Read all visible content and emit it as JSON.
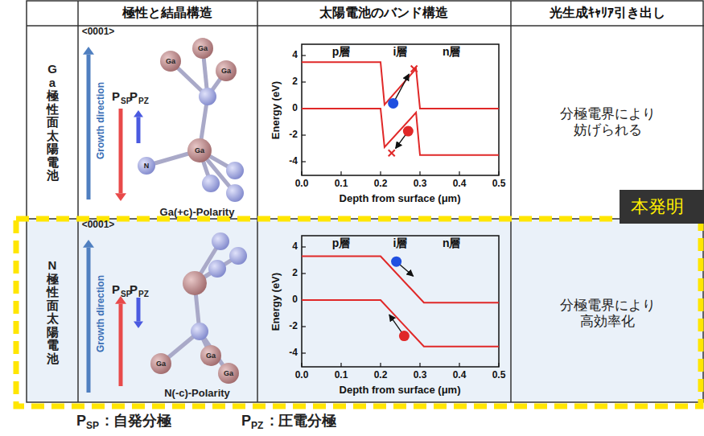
{
  "diagram": {
    "nodes": [
      {
        "text": [
          "本発明"
        ]
      }
    ],
    "labels": [
      "極性と結晶構造",
      "太陽電池のバンド構造",
      "光生成ｷｬﾘｱ引き出し",
      "Ga極性面太陽電池",
      "N極性面太陽電池",
      "<0001>",
      "Growth direction",
      "P",
      "SP",
      "P",
      "PZ",
      "Ga",
      "Ga",
      "Ga",
      "Ga",
      "N",
      "Ga(+c)-Polarity",
      "p層",
      "i層",
      "n層",
      "Energy (eV)",
      "4",
      "2",
      "0",
      "-2",
      "-4",
      "0.0",
      "0.1",
      "0.2",
      "0.3",
      "0.4",
      "0.5",
      "Depth from surface (μm)",
      "分極電界により 妨げられる",
      "<0001>",
      "Growth direction",
      "P",
      "SP",
      "P",
      "PZ",
      "Ga",
      "Ga",
      "Ga",
      "N(-c)-Polarity",
      "p層",
      "i層",
      "n層",
      "Energy (eV)",
      "4",
      "2",
      "0",
      "-2",
      "-4",
      "0.0",
      "0.1",
      "0.2",
      "0.3",
      "0.4",
      "0.5",
      "Depth from surface (μm)",
      "分極電界により 高効率化",
      "P",
      "SP",
      ": 自発分極",
      "P",
      "PZ",
      ": 圧電分極"
    ]
  }
}
